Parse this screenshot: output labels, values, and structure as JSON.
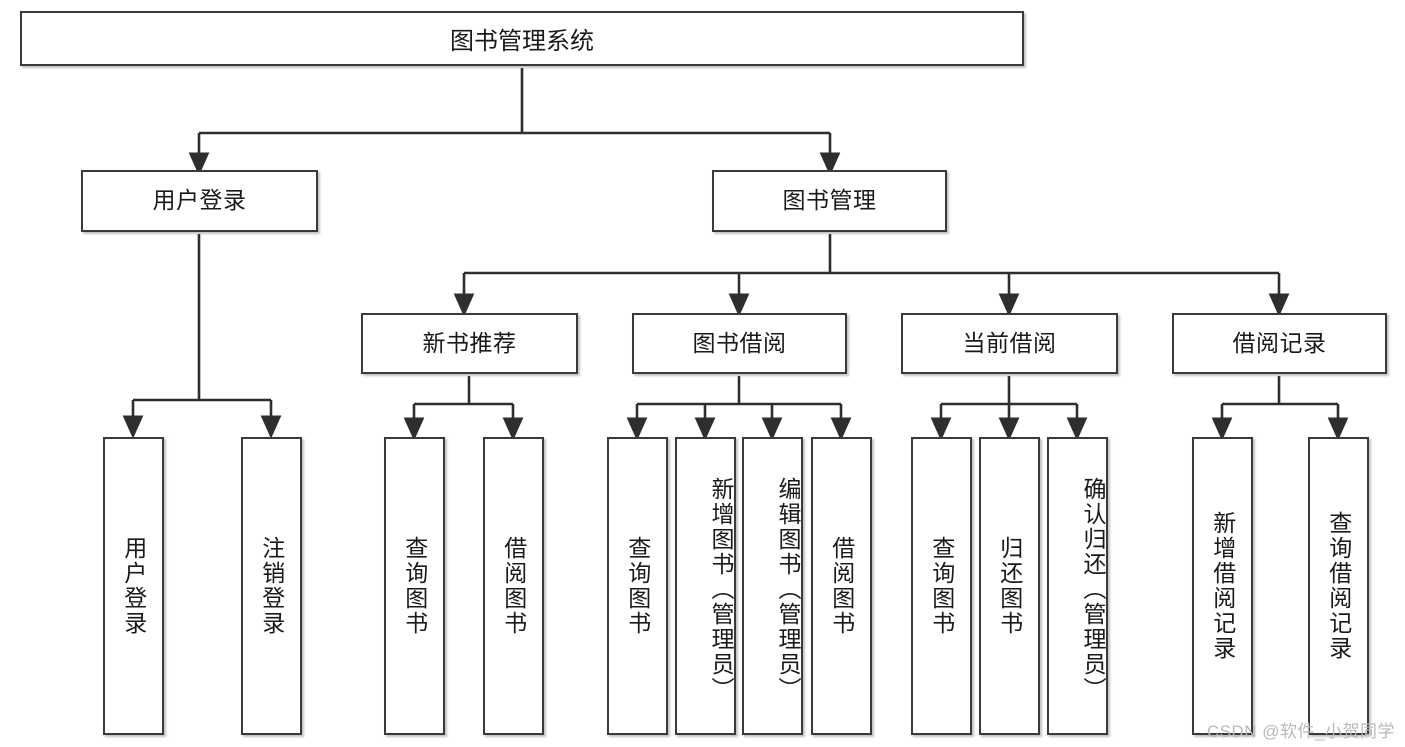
{
  "diagram": {
    "type": "tree-hierarchy",
    "root": {
      "label": "图书管理系统"
    },
    "level2": [
      {
        "label": "用户登录"
      },
      {
        "label": "图书管理"
      }
    ],
    "level3": [
      {
        "label": "新书推荐"
      },
      {
        "label": "图书借阅"
      },
      {
        "label": "当前借阅"
      },
      {
        "label": "借阅记录"
      }
    ],
    "leaves": {
      "user_login": [
        {
          "label": "用户登录"
        },
        {
          "label": "注销登录"
        }
      ],
      "new_book_recommend": [
        {
          "label": "查询图书"
        },
        {
          "label": "借阅图书"
        }
      ],
      "book_borrow": [
        {
          "label": "查询图书"
        },
        {
          "label": "新增图书（管理员）"
        },
        {
          "label": "编辑图书（管理员）"
        },
        {
          "label": "借阅图书"
        }
      ],
      "current_borrow": [
        {
          "label": "查询图书"
        },
        {
          "label": "归还图书"
        },
        {
          "label": "确认归还（管理员）"
        }
      ],
      "borrow_record": [
        {
          "label": "新增借阅记录"
        },
        {
          "label": "查询借阅记录"
        }
      ]
    }
  },
  "watermark": {
    "text": "CSDN @软件_小贺同学"
  },
  "colors": {
    "border": "#3a3a3a",
    "background": "#ffffff",
    "text": "#1a1a1a",
    "watermark": "#b9b9b9"
  }
}
